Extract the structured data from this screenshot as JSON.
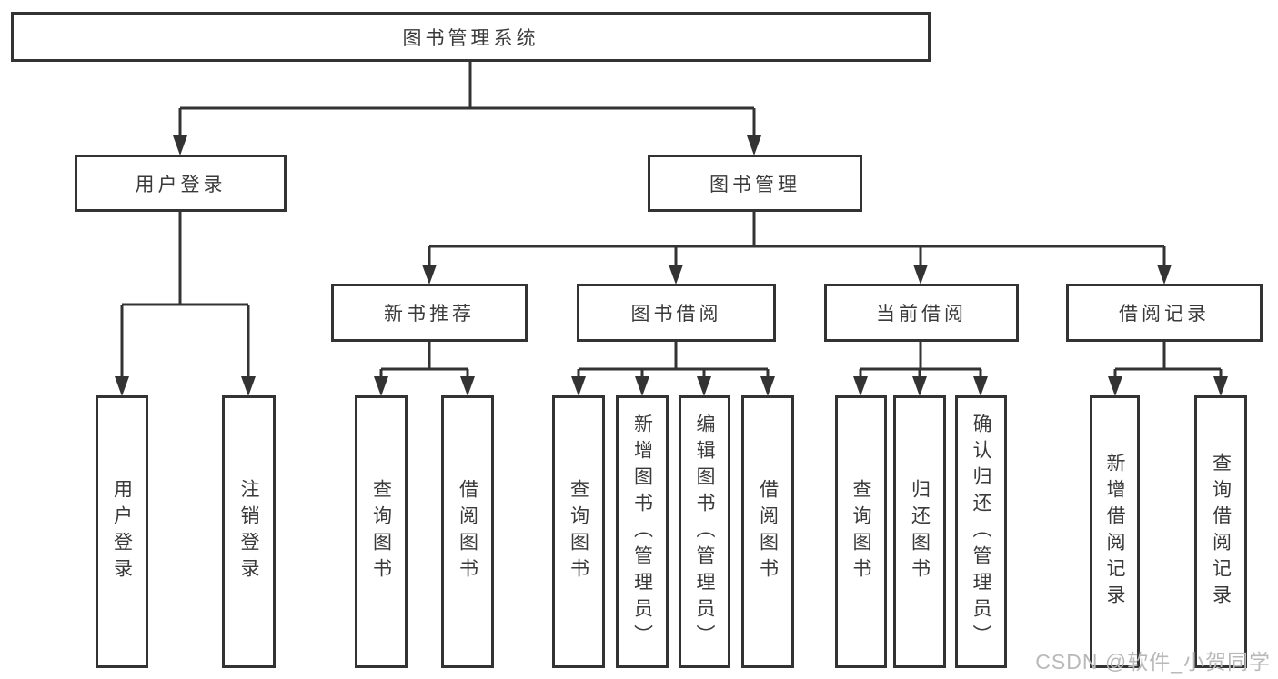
{
  "diagram": {
    "root": {
      "label": "图书管理系统"
    },
    "level1": [
      {
        "label": "用户登录"
      },
      {
        "label": "图书管理"
      }
    ],
    "level2": [
      {
        "label": "新书推荐"
      },
      {
        "label": "图书借阅"
      },
      {
        "label": "当前借阅"
      },
      {
        "label": "借阅记录"
      }
    ],
    "leaves": {
      "user_login": [
        {
          "label": "用户登录"
        },
        {
          "label": "注销登录"
        }
      ],
      "new_book": [
        {
          "label": "查询图书"
        },
        {
          "label": "借阅图书"
        }
      ],
      "borrow": [
        {
          "label": "查询图书"
        },
        {
          "label": "新增图书（管理员）"
        },
        {
          "label": "编辑图书（管理员）"
        },
        {
          "label": "借阅图书"
        }
      ],
      "current": [
        {
          "label": "查询图书"
        },
        {
          "label": "归还图书"
        },
        {
          "label": "确认归还（管理员）"
        }
      ],
      "records": [
        {
          "label": "新增借阅记录"
        },
        {
          "label": "查询借阅记录"
        }
      ]
    }
  },
  "watermark": {
    "text": "CSDN @软件_小贺同学"
  },
  "colors": {
    "line": "#333333",
    "text": "#3a3a3a",
    "watermark": "#b9b9b9"
  }
}
